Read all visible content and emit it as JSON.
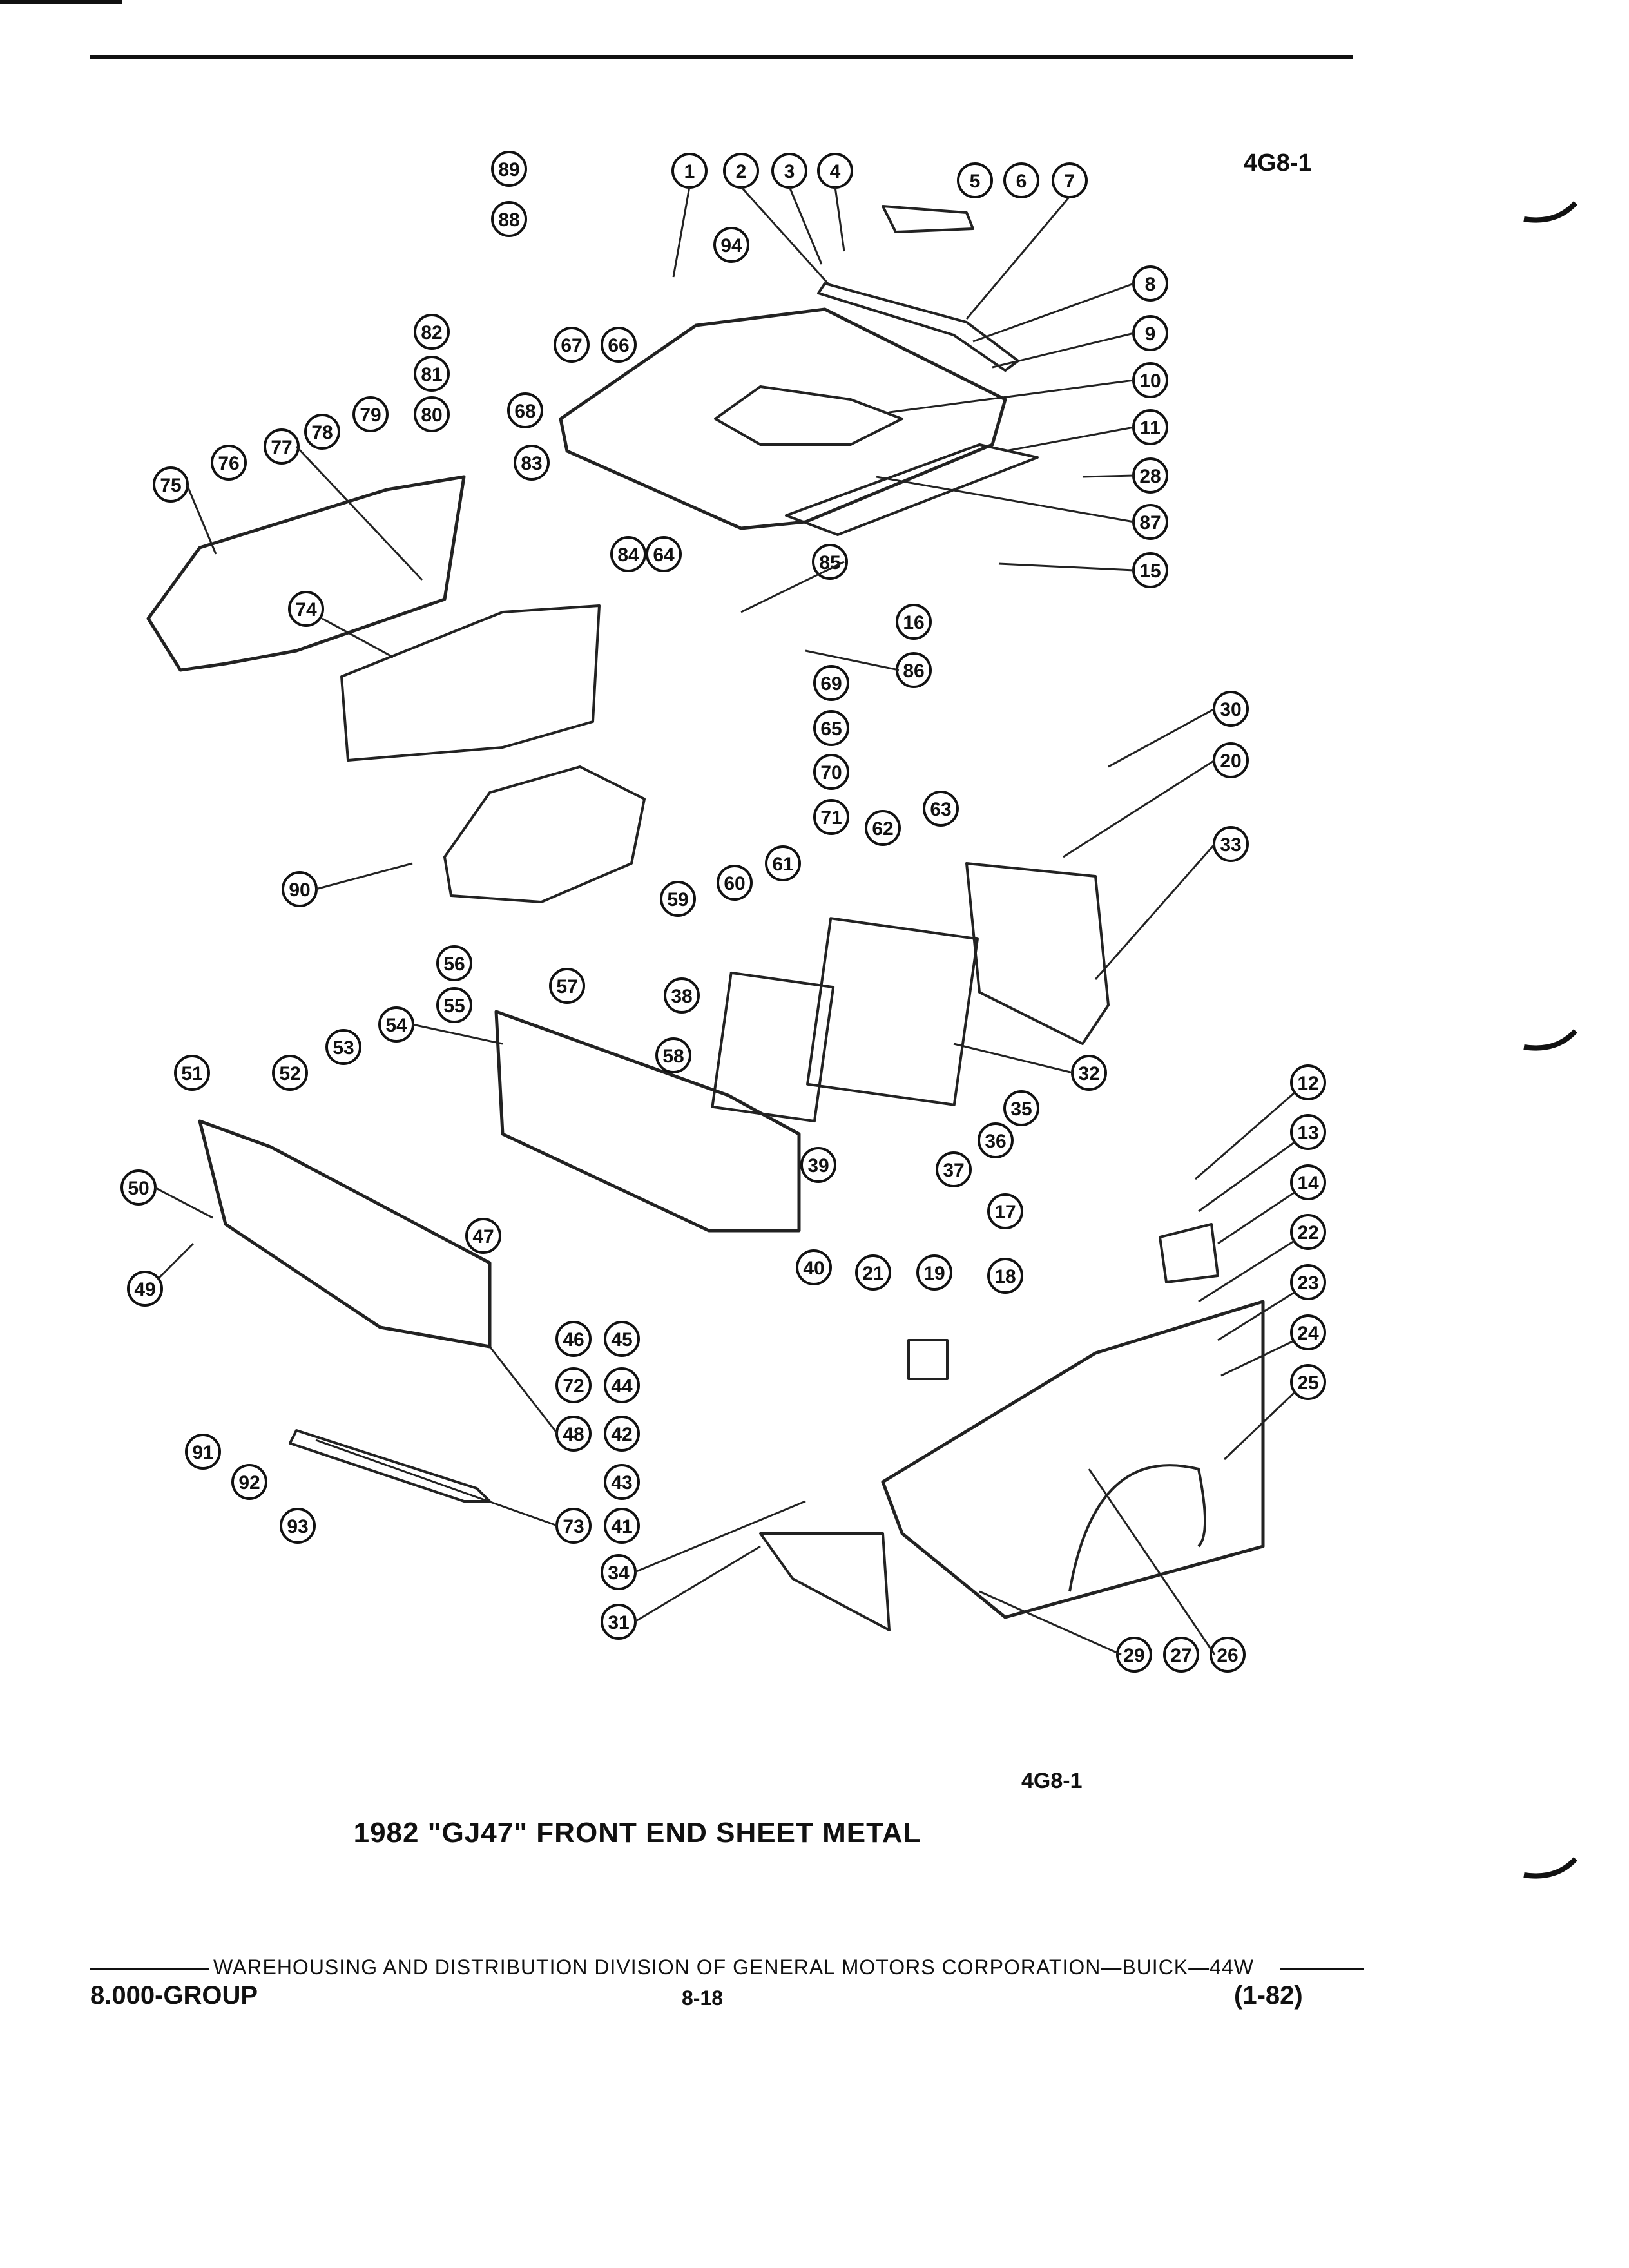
{
  "page": {
    "ref_top": "4G8-1",
    "ref_bottom": "4G8-1",
    "caption": "1982 \"GJ47\" FRONT END SHEET METAL",
    "footer_line": "WAREHOUSING AND DISTRIBUTION  DIVISION OF GENERAL MOTORS CORPORATION—BUICK—44W",
    "footer_left": "8.000-GROUP",
    "footer_center": "8-18",
    "footer_right": "(1-82)"
  },
  "callouts": [
    "1",
    "2",
    "3",
    "4",
    "5",
    "6",
    "7",
    "8",
    "9",
    "10",
    "11",
    "12",
    "13",
    "14",
    "15",
    "16",
    "17",
    "18",
    "19",
    "20",
    "21",
    "22",
    "23",
    "24",
    "25",
    "26",
    "27",
    "28",
    "29",
    "30",
    "31",
    "32",
    "33",
    "34",
    "35",
    "36",
    "37",
    "38",
    "39",
    "40",
    "41",
    "42",
    "43",
    "44",
    "45",
    "46",
    "47",
    "48",
    "49",
    "50",
    "51",
    "52",
    "53",
    "54",
    "55",
    "56",
    "57",
    "58",
    "59",
    "60",
    "61",
    "62",
    "63",
    "64",
    "65",
    "66",
    "67",
    "68",
    "69",
    "70",
    "71",
    "72",
    "73",
    "74",
    "75",
    "76",
    "77",
    "78",
    "79",
    "80",
    "81",
    "82",
    "83",
    "84",
    "85",
    "86",
    "87",
    "88",
    "89",
    "90",
    "91",
    "92",
    "93",
    "94"
  ]
}
